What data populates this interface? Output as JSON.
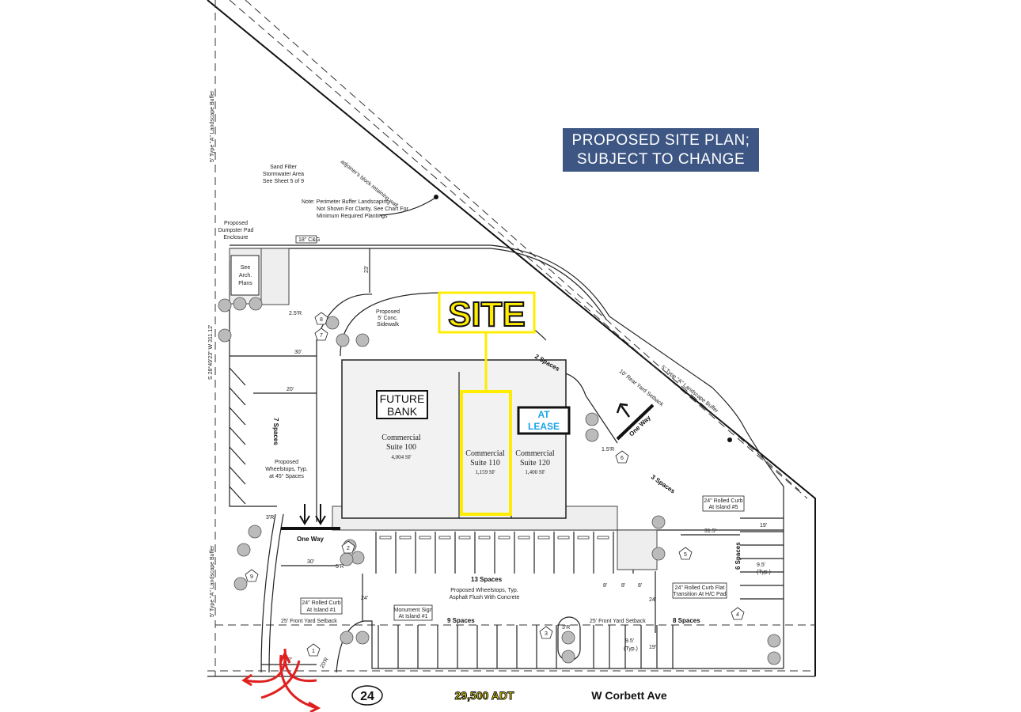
{
  "banner": {
    "line1": "PROPOSED SITE PLAN;",
    "line2": "SUBJECT TO CHANGE"
  },
  "site_label": "SITE",
  "future_bank": {
    "line1": "FUTURE",
    "line2": "BANK"
  },
  "at_lease": {
    "line1": "AT",
    "line2": "LEASE"
  },
  "suites": [
    {
      "line1": "Commercial",
      "line2": "Suite 100",
      "area": "4,004 SF"
    },
    {
      "line1": "Commercial",
      "line2": "Suite 110",
      "area": "1,159 SF"
    },
    {
      "line1": "Commercial",
      "line2": "Suite 120",
      "area": "1,400 SF"
    }
  ],
  "notes": {
    "sand_filter": [
      "Sand Filter",
      "Stormwater Area",
      "See Sheet 5 of 9"
    ],
    "perimeter": [
      "Note: Perimeter Buffer Landscaping",
      "Not Shown For Clarity, See Chart For",
      "Minimum Required Plantings"
    ],
    "dumpster": [
      "Proposed",
      "Dumpster Pad",
      "Enclosure"
    ],
    "arch": [
      "See",
      "Arch.",
      "Plans"
    ],
    "sidewalk": [
      "Proposed",
      "5' Conc.",
      "Sidewalk"
    ],
    "wheelstops45": [
      "Proposed",
      "Wheelstops, Typ.",
      "at 45° Spaces"
    ],
    "wheelstops": [
      "Proposed Wheelstops, Typ.",
      "Asphalt Flush With Concrete"
    ],
    "curb1": [
      "24\" Rolled Curb",
      "At Island #1"
    ],
    "monument": [
      "Monument Sign",
      "At Island #1"
    ],
    "curb5": [
      "24\" Rolled Curb",
      "At Island #5"
    ],
    "curbflat": [
      "24\" Rolled Curb Flat",
      "Transition At H/C Pad"
    ],
    "retaining": "adjoiner's block retaining wall",
    "rear_setback": "10' Rear Yard Setback",
    "buffer_diag": "5' Type \"A\" Landscape Buffer",
    "buffer_left": "5' Type \"A\" Landscape Buffer",
    "front_setback": "25' Front Yard Setback",
    "bearing": "S 28°49'23\" W  311.12'",
    "cg": "18\" C&G"
  },
  "spaces": {
    "two": "2 Spaces",
    "three": "3 Spaces",
    "six": "6 Spaces",
    "seven": "7 Spaces",
    "eight": "8 Spaces",
    "nine": "9 Spaces",
    "thirteen": "13 Spaces"
  },
  "dims": {
    "d30a": "30'",
    "d20": "20'",
    "d30b": "30'",
    "d23": "23'",
    "d24a": "24'",
    "d24b": "24'",
    "d32": "32'",
    "d31_5": "31.5'",
    "d19a": "19'",
    "d19b": "19'",
    "d9_5a": "9.5'",
    "d9_5b": "9.5'",
    "typ": "(Typ.)",
    "d8": "8'",
    "r25": "2.5'R",
    "r3": "3'R",
    "r20": "20'R",
    "r15": "1.5'R",
    "r5": "5'R"
  },
  "one_way": "One Way",
  "islands": [
    "1",
    "2",
    "3",
    "4",
    "5",
    "6",
    "7",
    "8",
    "9"
  ],
  "road": {
    "route": "24",
    "traffic": "29,500 ADT",
    "street": "W Corbett Ave"
  },
  "colors": {
    "banner": "#3d5683",
    "highlight": "#ffec00",
    "lease": "#1aa3e8",
    "arrows": "#e02020"
  }
}
